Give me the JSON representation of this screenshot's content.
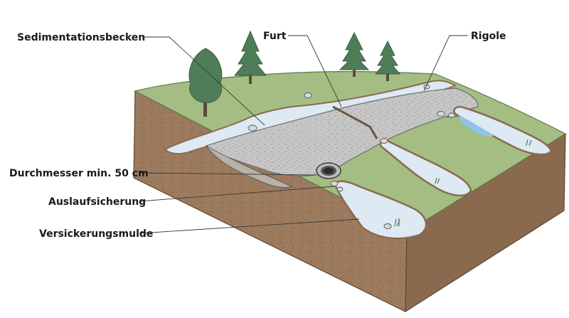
{
  "labels": {
    "sedimentationsbecken": "Sedimentationsbecken",
    "furt": "Furt",
    "rigole": "Rigole",
    "durchmesser": "Durchmesser min. 50 cm",
    "auslaufsicherung": "Auslaufsicherung",
    "versickerungsmulde": "Versickerungsmulde"
  },
  "colors": {
    "grass": "#a4bd83",
    "grass_dark": "#8aa66c",
    "soil": "#9c7a5d",
    "soil_dark": "#7d5e45",
    "water": "#dde9f3",
    "water_blue": "#8fc3e6",
    "gravel": "#c3c3c3",
    "tree": "#4f7d57",
    "stone": "#d9d9d9"
  },
  "icons": [
    "conifer-tree-icon",
    "deciduous-tree-icon",
    "culvert-pipe-icon",
    "stone-icon",
    "grass-tuft-icon"
  ]
}
